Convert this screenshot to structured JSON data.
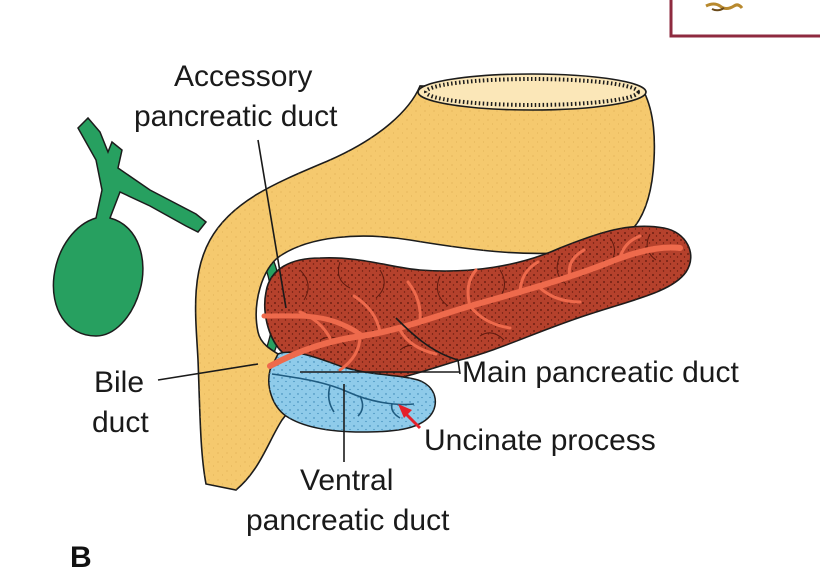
{
  "labels": {
    "accessory_line1": "Accessory",
    "accessory_line2": "pancreatic duct",
    "bile_line1": "Bile",
    "bile_line2": "duct",
    "main_duct": "Main pancreatic duct",
    "uncinate": "Uncinate process",
    "ventral_line1": "Ventral",
    "ventral_line2": "pancreatic duct",
    "panel_letter": "B"
  },
  "colors": {
    "duodenum": "#f5c96e",
    "pancreas": "#b5412c",
    "ducts": "#ee6a4c",
    "ventral_pancreas": "#8fcbea",
    "biliary": "#27a060",
    "frame": "#8e2a3f",
    "arrow": "#e5202a"
  }
}
